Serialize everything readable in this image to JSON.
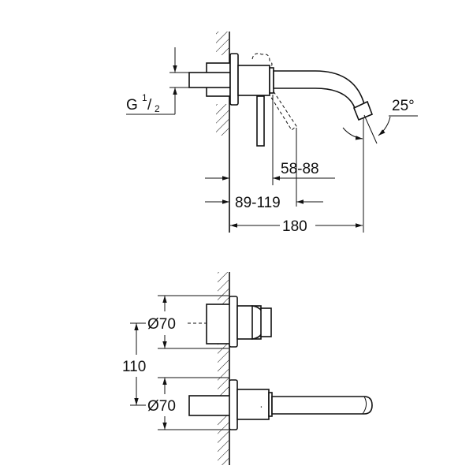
{
  "side_view": {
    "thread_label": "G",
    "thread_fraction_num": "1",
    "thread_fraction_den": "2",
    "angle_label": "25°",
    "dim_lever": "58-88",
    "dim_body": "89-119",
    "dim_total": "180"
  },
  "front_view": {
    "dia_upper": "Ø70",
    "dia_lower": "Ø70",
    "dim_spacing": "110"
  }
}
